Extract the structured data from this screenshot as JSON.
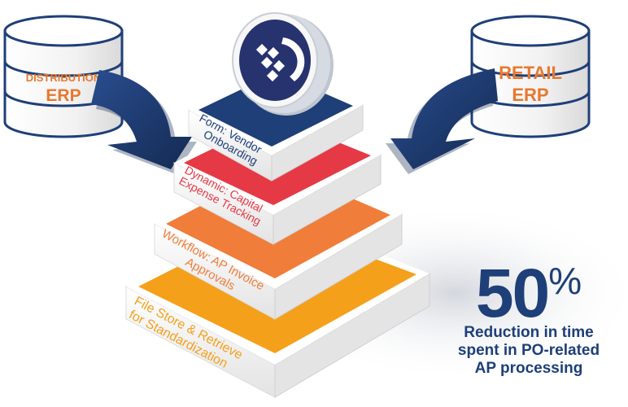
{
  "databases": {
    "left": {
      "line1": "DISTRIBUTION",
      "line2": "ERP"
    },
    "right": {
      "line1": "RETAIL",
      "line2": "ERP"
    }
  },
  "layers": [
    {
      "line1": "Form: Vendor",
      "line2": "Onboarding"
    },
    {
      "line1": "Dynamic: Capital",
      "line2": "Expense Tracking"
    },
    {
      "line1": "Workflow: AP Invoice",
      "line2": "Approvals"
    },
    {
      "line1": "File Store & Retrieve",
      "line2": "for Standardization"
    }
  ],
  "stat": {
    "number": "50",
    "unit": "%",
    "caption": "Reduction in time\nspent in PO-related\nAP processing"
  },
  "colors": {
    "navy": "#1e3f78",
    "red": "#e63946",
    "orange": "#f07d3a",
    "amber": "#f5a01a",
    "label_orange": "#e8782e"
  }
}
